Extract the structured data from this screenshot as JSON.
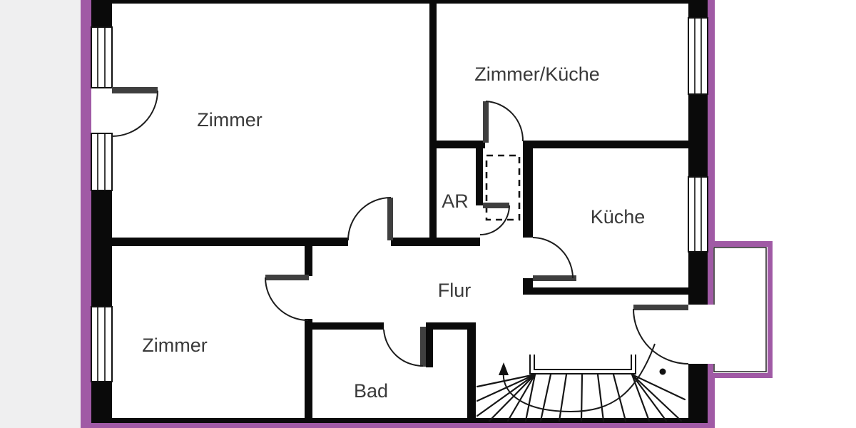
{
  "rooms": [
    {
      "id": "zimmer-top",
      "label": "Zimmer"
    },
    {
      "id": "zimmer-kueche",
      "label": "Zimmer/Küche"
    },
    {
      "id": "ar",
      "label": "AR"
    },
    {
      "id": "kueche",
      "label": "Küche"
    },
    {
      "id": "flur",
      "label": "Flur"
    },
    {
      "id": "zimmer-bottom",
      "label": "Zimmer"
    },
    {
      "id": "bad",
      "label": "Bad"
    }
  ],
  "features": {
    "boundary": "purple-outline",
    "windows": 5,
    "door_swings": 8,
    "staircase": "winder-stairs-with-walk-line",
    "balcony": "hatched-balcony-right",
    "shaft": "dashed-duct-rectangle"
  },
  "colors": {
    "boundary_purple": "#a05aa5",
    "wall_black": "#0a0a0a",
    "label_text": "#3a3a3a",
    "background": "#ffffff",
    "left_margin": "#efeff0"
  }
}
